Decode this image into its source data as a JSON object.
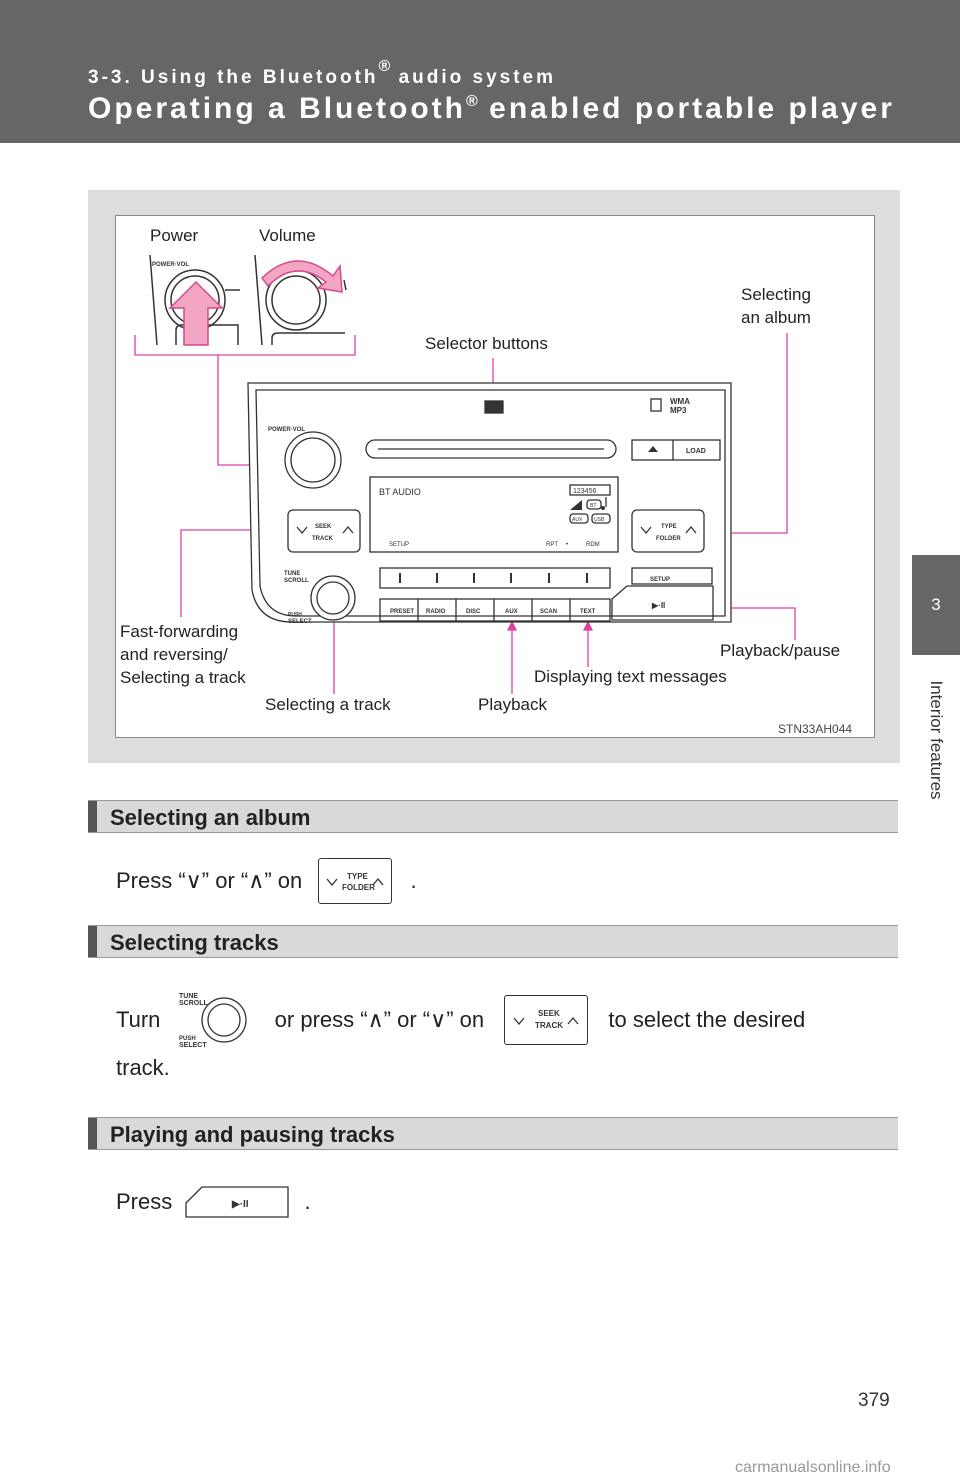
{
  "header": {
    "section_number": "3-3.",
    "section_title_a": "Using the Bluetooth",
    "section_title_b": " audio system",
    "heading_a": "Operating a Bluetooth",
    "heading_b": " enabled portable player",
    "registered": "®"
  },
  "side_tab": {
    "number": "3",
    "label": "Interior features"
  },
  "diagram": {
    "labels": {
      "power": "Power",
      "volume": "Volume",
      "selecting_album": "Selecting\nan album",
      "selector_buttons": "Selector buttons",
      "fast_forward": "Fast-forwarding\nand reversing/\nSelecting a track",
      "playback_pause": "Playback/pause",
      "displaying_text": "Displaying text messages",
      "selecting_track": "Selecting a track",
      "playback": "Playback",
      "figure_id": "STN33AH044"
    },
    "unit": {
      "power_vol": "POWER·VOL",
      "load": "LOAD",
      "bt_audio": "BT AUDIO",
      "setup": "SETUP",
      "rpt": "RPT",
      "rdm": "RDM",
      "seek": "SEEK",
      "track": "TRACK",
      "type": "TYPE",
      "folder": "FOLDER",
      "tune": "TUNE",
      "scroll": "SCROLL",
      "push": "PUSH",
      "select": "SELECT",
      "setup_btn": "SETUP",
      "bottom_buttons": [
        "PRESET",
        "RADIO",
        "DISC",
        "AUX",
        "SCAN",
        "TEXT"
      ],
      "bt": "BT",
      "aux": "AUX",
      "usb": "USB",
      "wma": "WMA",
      "mp3": "MP3"
    }
  },
  "sections": [
    {
      "title": "Selecting an album"
    },
    {
      "title": "Selecting tracks"
    },
    {
      "title": "Playing and pausing tracks"
    }
  ],
  "paragraphs": {
    "album_press": "Press “∨” or “∧” on",
    "album_end": ".",
    "tracks_turn": "Turn",
    "tracks_mid": "or press “∧” or “∨” on",
    "tracks_end": "to select the desired",
    "tracks_line2": "track.",
    "play_press": "Press",
    "play_end": "."
  },
  "page_number": "379",
  "watermark": "carmanualsonline.info"
}
